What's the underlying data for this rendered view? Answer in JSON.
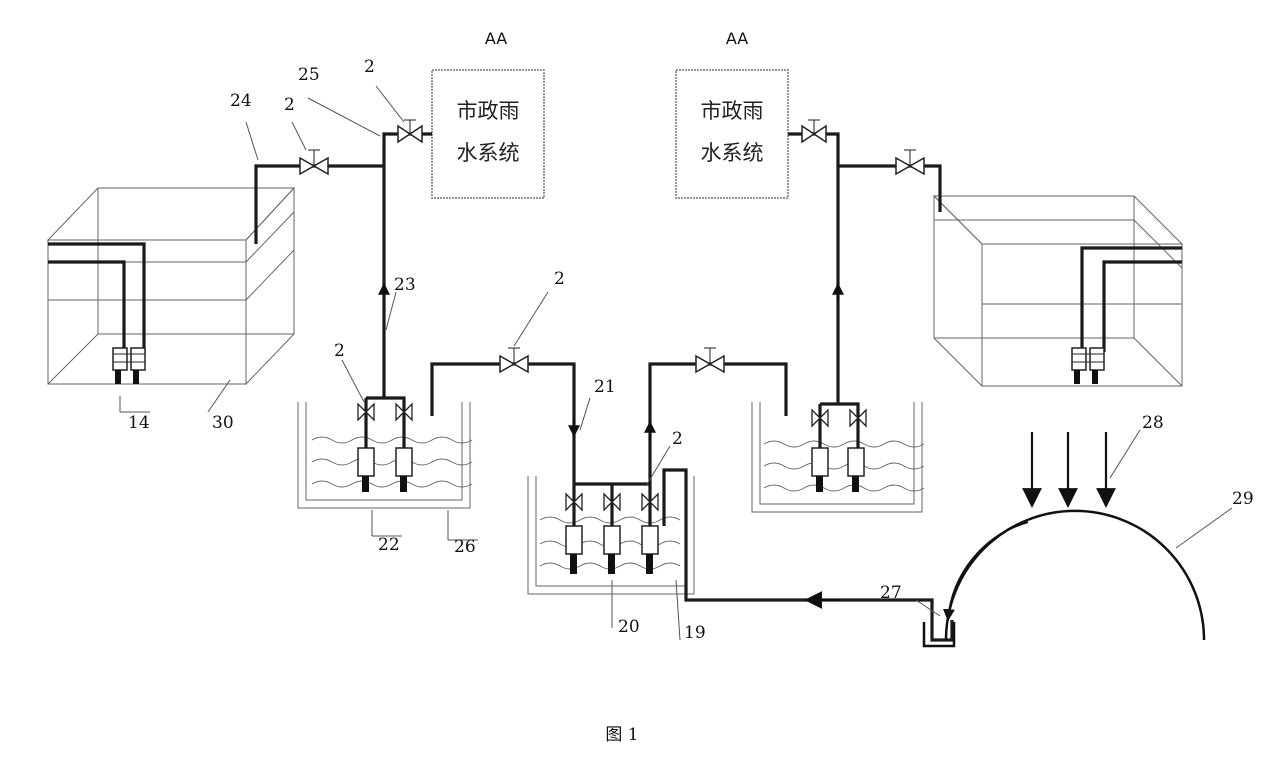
{
  "labels": {
    "aa_left": "AA",
    "aa_right": "AA",
    "valve_labels": [
      "2",
      "2",
      "2",
      "2",
      "2"
    ],
    "n14": "14",
    "n19": "19",
    "n20": "20",
    "n21": "21",
    "n22": "22",
    "n23": "23",
    "n24": "24",
    "n25": "25",
    "n26": "26",
    "n27": "27",
    "n28": "28",
    "n29": "29",
    "n30": "30"
  },
  "boxes": {
    "left_line1": "市政雨",
    "left_line2": "水系统",
    "right_line1": "市政雨",
    "right_line2": "水系统"
  },
  "caption": "图 1"
}
